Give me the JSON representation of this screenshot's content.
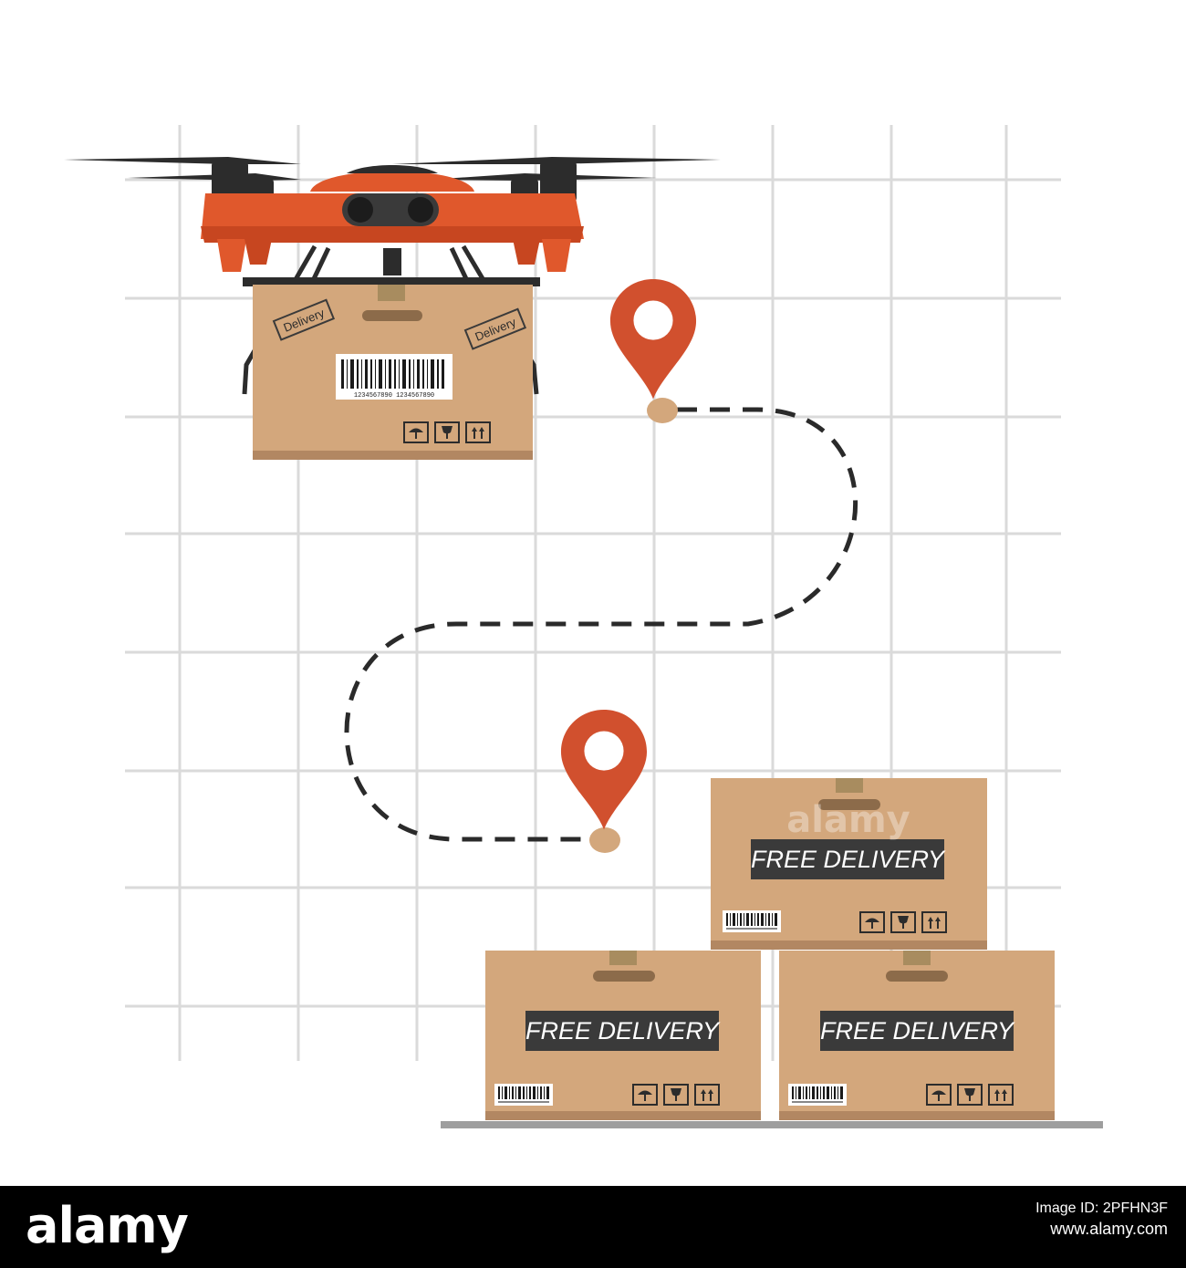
{
  "colors": {
    "drone_body": "#e0582c",
    "drone_dark": "#2c2c2c",
    "box": "#d3a77c",
    "box_shadow": "#b28762",
    "tape": "#a88c5f",
    "label_bg": "#3a3a3a",
    "pin": "#d1502e",
    "route": "#2a2a2a",
    "grid": "#d9d9d9",
    "pallet": "#9e9e9e"
  },
  "drone_box": {
    "sticker_left": "Delivery",
    "sticker_right": "Delivery",
    "barcode_number": "1234567890 1234567890"
  },
  "stack": {
    "top_box_label": "FREE DELIVERY",
    "left_box_label": "FREE DELIVERY",
    "right_box_label": "FREE DELIVERY"
  },
  "icons": [
    "umbrella-icon",
    "fragile-glass-icon",
    "this-way-up-icon",
    "location-pin-icon"
  ],
  "watermark": "alamy",
  "footer": {
    "logo": "alamy",
    "image_id": "Image ID: 2PFHN3F",
    "url": "www.alamy.com"
  }
}
